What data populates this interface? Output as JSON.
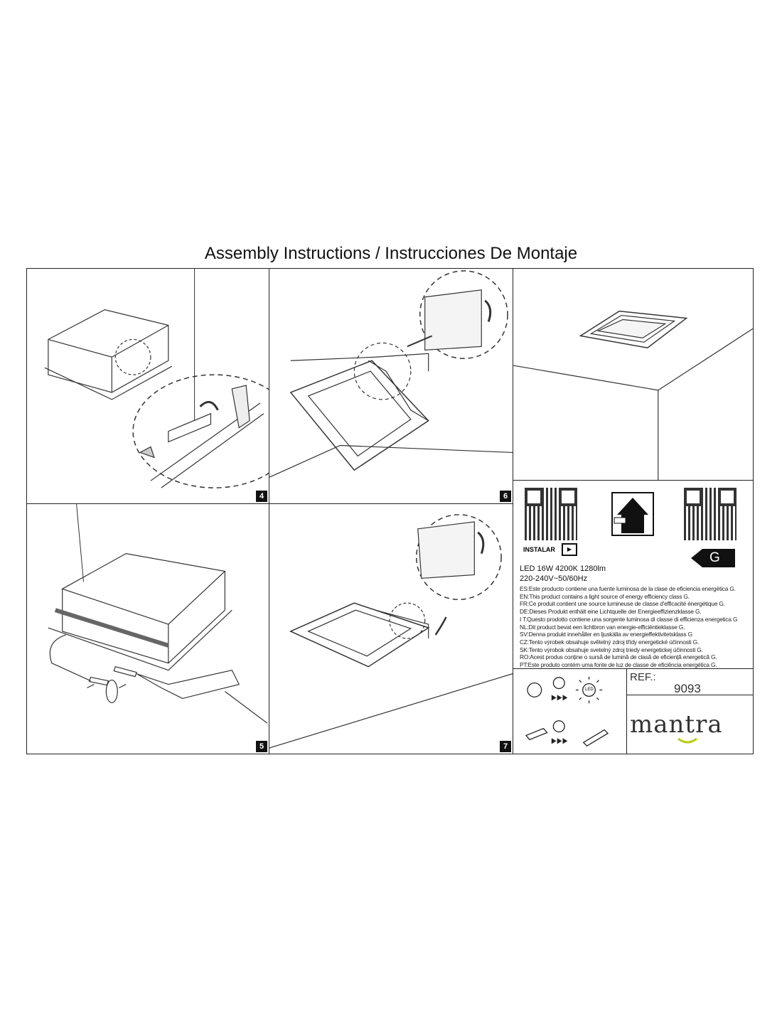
{
  "title": "Assembly Instructions / Instrucciones De Montaje",
  "steps": [
    "4",
    "6",
    "5",
    "7"
  ],
  "install_label": "INSTALAR",
  "energy_class": "G",
  "spec_line1": "LED 16W 4200K 1280lm",
  "spec_line2": "220-240V~50/60Hz",
  "energy_statements": [
    "ES:Este producto contiene una fuente luminosa de la clase de eficiencia energética G.",
    "EN:This product contains a light source of energy efficiency class G.",
    "FR:Ce produit contient une source lumineuse de classe d'efficacité énergétique G.",
    "DE:Dieses Produkt enthält eine Lichtquelle der Energieeffizienzklasse G.",
    "I T:Questo prodotto contiene una sorgente luminosa di classe di efficienza energetica G",
    "NL:Dit product bevat een lichtbron van energie-efficiëntieklasse G.",
    "SV:Denna produkt innehåller en ljuskälla av energieffektivitetsklass G",
    "CZ:Tento výrobek obsahuje světelný zdroj třídy energetické účinnosti G.",
    "SK:Tento výrobok obsahuje svetelný zdroj triedy energetickej účinnosti G.",
    "RO:Acest produs conține o sursă de lumină de clasă de eficiență energetică G.",
    "PT:Este produto contém uma fonte de luz de classe de eficiência energética G."
  ],
  "ref_label": "REF.:",
  "ref_number": "9093",
  "brand": "mantra",
  "led_icon_text": "LED"
}
